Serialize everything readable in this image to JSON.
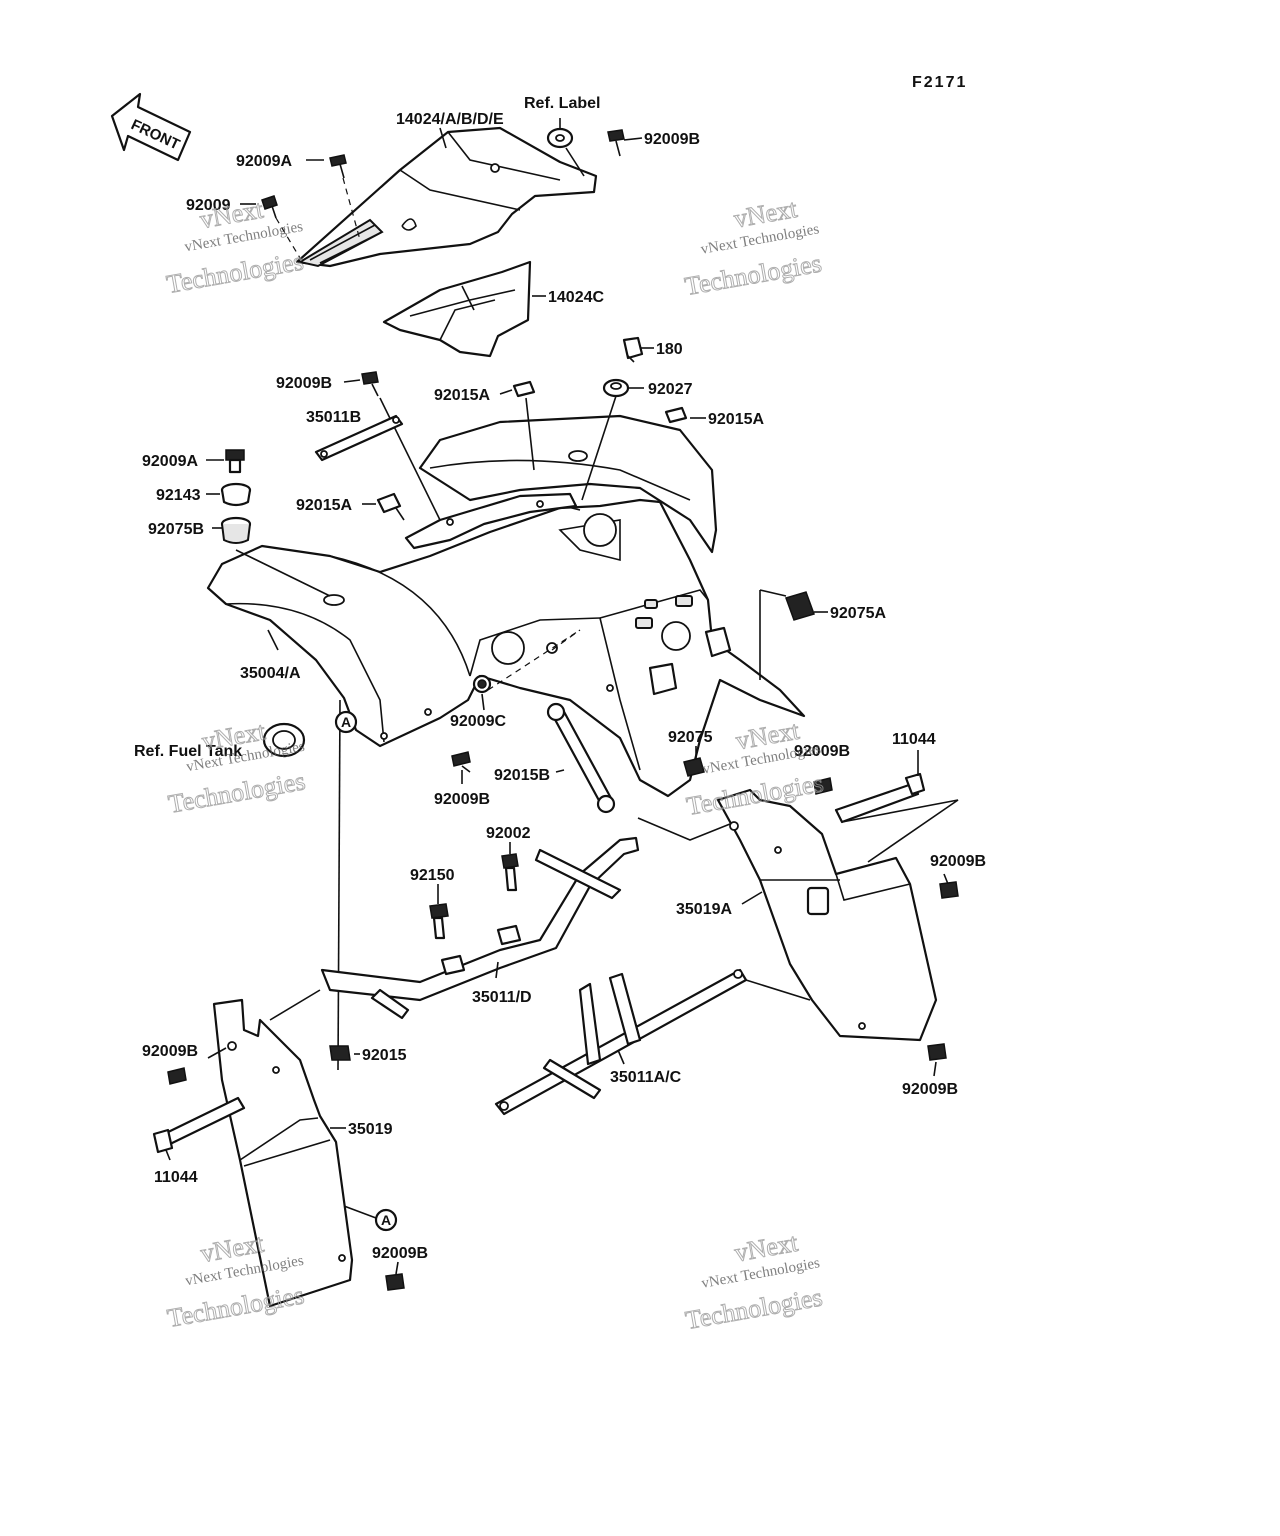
{
  "diagram_code": "F2171",
  "front_arrow_label": "FRONT",
  "labels": {
    "l14024abde": "14024/A/B/D/E",
    "ref_label": "Ref. Label",
    "l92009b_top": "92009B",
    "l92009a_top": "92009A",
    "l92009_top": "92009",
    "l14024c": "14024C",
    "l180": "180",
    "l92009b_mid": "92009B",
    "l92015a_mid": "92015A",
    "l92027": "92027",
    "l35011b": "35011B",
    "l92015a_right": "92015A",
    "l92009a_left": "92009A",
    "l92143": "92143",
    "l92015a_left": "92015A",
    "l92075b": "92075B",
    "l92075a": "92075A",
    "l35004a": "35004/A",
    "l92009c": "92009C",
    "ref_fuel_tank": "Ref. Fuel Tank",
    "l92075": "92075",
    "l92009b_r1": "92009B",
    "l11044_right": "11044",
    "l92015b": "92015B",
    "l92009b_center": "92009B",
    "l92002": "92002",
    "l92150": "92150",
    "l92009b_r2": "92009B",
    "l35019a": "35019A",
    "l35011d": "35011/D",
    "l92015": "92015",
    "l92009b_left": "92009B",
    "l35011ac": "35011A/C",
    "l92009b_r3": "92009B",
    "l35019": "35019",
    "l11044_left": "11044",
    "l92009b_bottom": "92009B",
    "circle_a_upper": "A",
    "circle_a_lower": "A"
  },
  "watermark": {
    "line1": "vNext Technologies",
    "line2": "Technologies",
    "line3": "vNext"
  }
}
